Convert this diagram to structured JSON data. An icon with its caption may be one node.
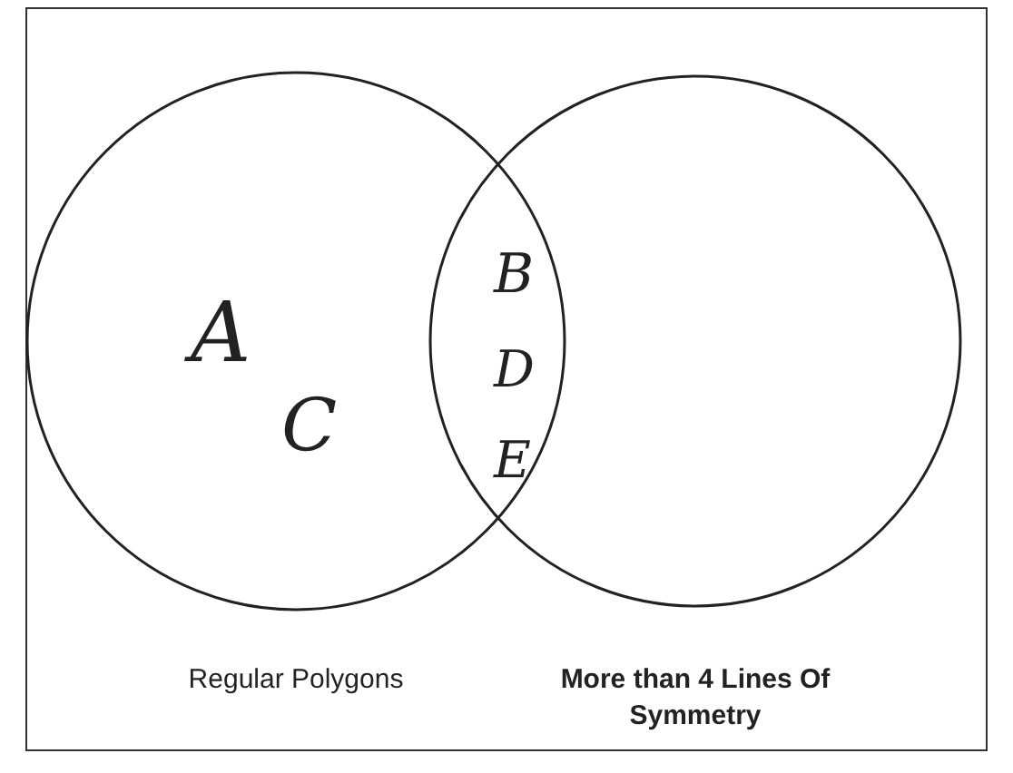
{
  "diagram": {
    "nodes": [
      {
        "text": [
          "Regular Polygons"
        ]
      },
      {
        "text": [
          "More than 4 Lines Of Symmetry"
        ]
      }
    ],
    "labels": [
      "A",
      "C",
      "B",
      "D",
      "E"
    ]
  }
}
